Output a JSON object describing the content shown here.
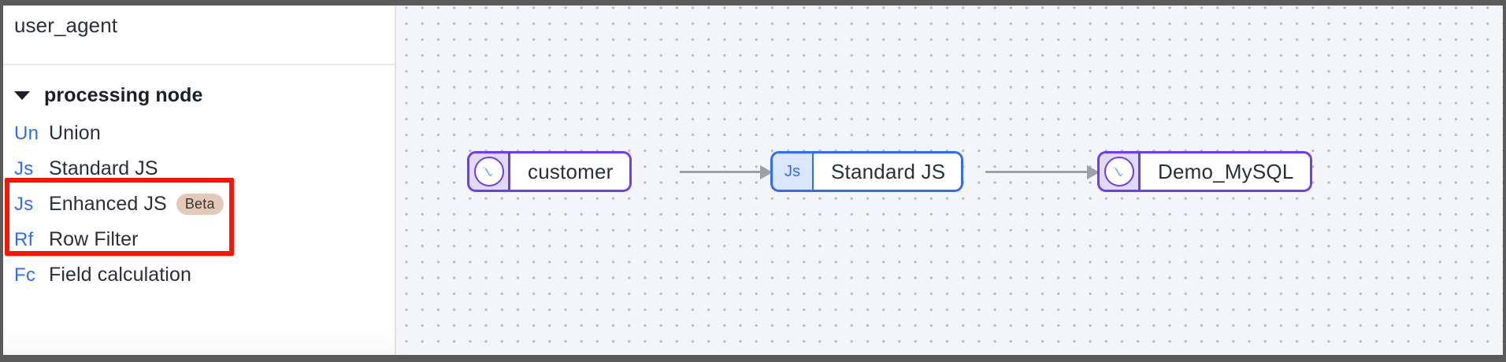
{
  "sidebar": {
    "header": {
      "title": "user_agent"
    },
    "group": {
      "label": "processing node",
      "caret_icon": "caret-down-icon",
      "expanded": true
    },
    "nodes": [
      {
        "abbr": "Un",
        "label": "Union",
        "badge": ""
      },
      {
        "abbr": "Js",
        "label": "Standard JS",
        "badge": ""
      },
      {
        "abbr": "Js",
        "label": "Enhanced JS",
        "badge": "Beta"
      },
      {
        "abbr": "Rf",
        "label": "Row Filter",
        "badge": ""
      },
      {
        "abbr": "Fc",
        "label": "Field calculation",
        "badge": ""
      }
    ],
    "highlight": {
      "color": "#fe1400",
      "covers": [
        "Standard JS",
        "Enhanced JS"
      ]
    }
  },
  "canvas": {
    "background_color": "#f4f5fa",
    "dot_color": "#b9bcc6",
    "nodes": [
      {
        "id": "customer",
        "title": "customer",
        "kind": "database",
        "icon": "mysql-dolphin-icon",
        "accent": "#6d3df5",
        "icon_bg": "#e2dafb"
      },
      {
        "id": "standard-js",
        "title": "Standard JS",
        "kind": "script",
        "icon": "js-badge-icon",
        "icon_text": "Js",
        "accent": "#2f6bff",
        "icon_bg": "#dbe6ff"
      },
      {
        "id": "demo-mysql",
        "title": "Demo_MySQL",
        "kind": "database",
        "icon": "mysql-dolphin-icon",
        "accent": "#6d3df5",
        "icon_bg": "#e2dafb"
      }
    ],
    "edges": [
      {
        "from": "customer",
        "to": "standard-js",
        "color": "#9da0a8"
      },
      {
        "from": "standard-js",
        "to": "demo-mysql",
        "color": "#9da0a8"
      }
    ]
  }
}
